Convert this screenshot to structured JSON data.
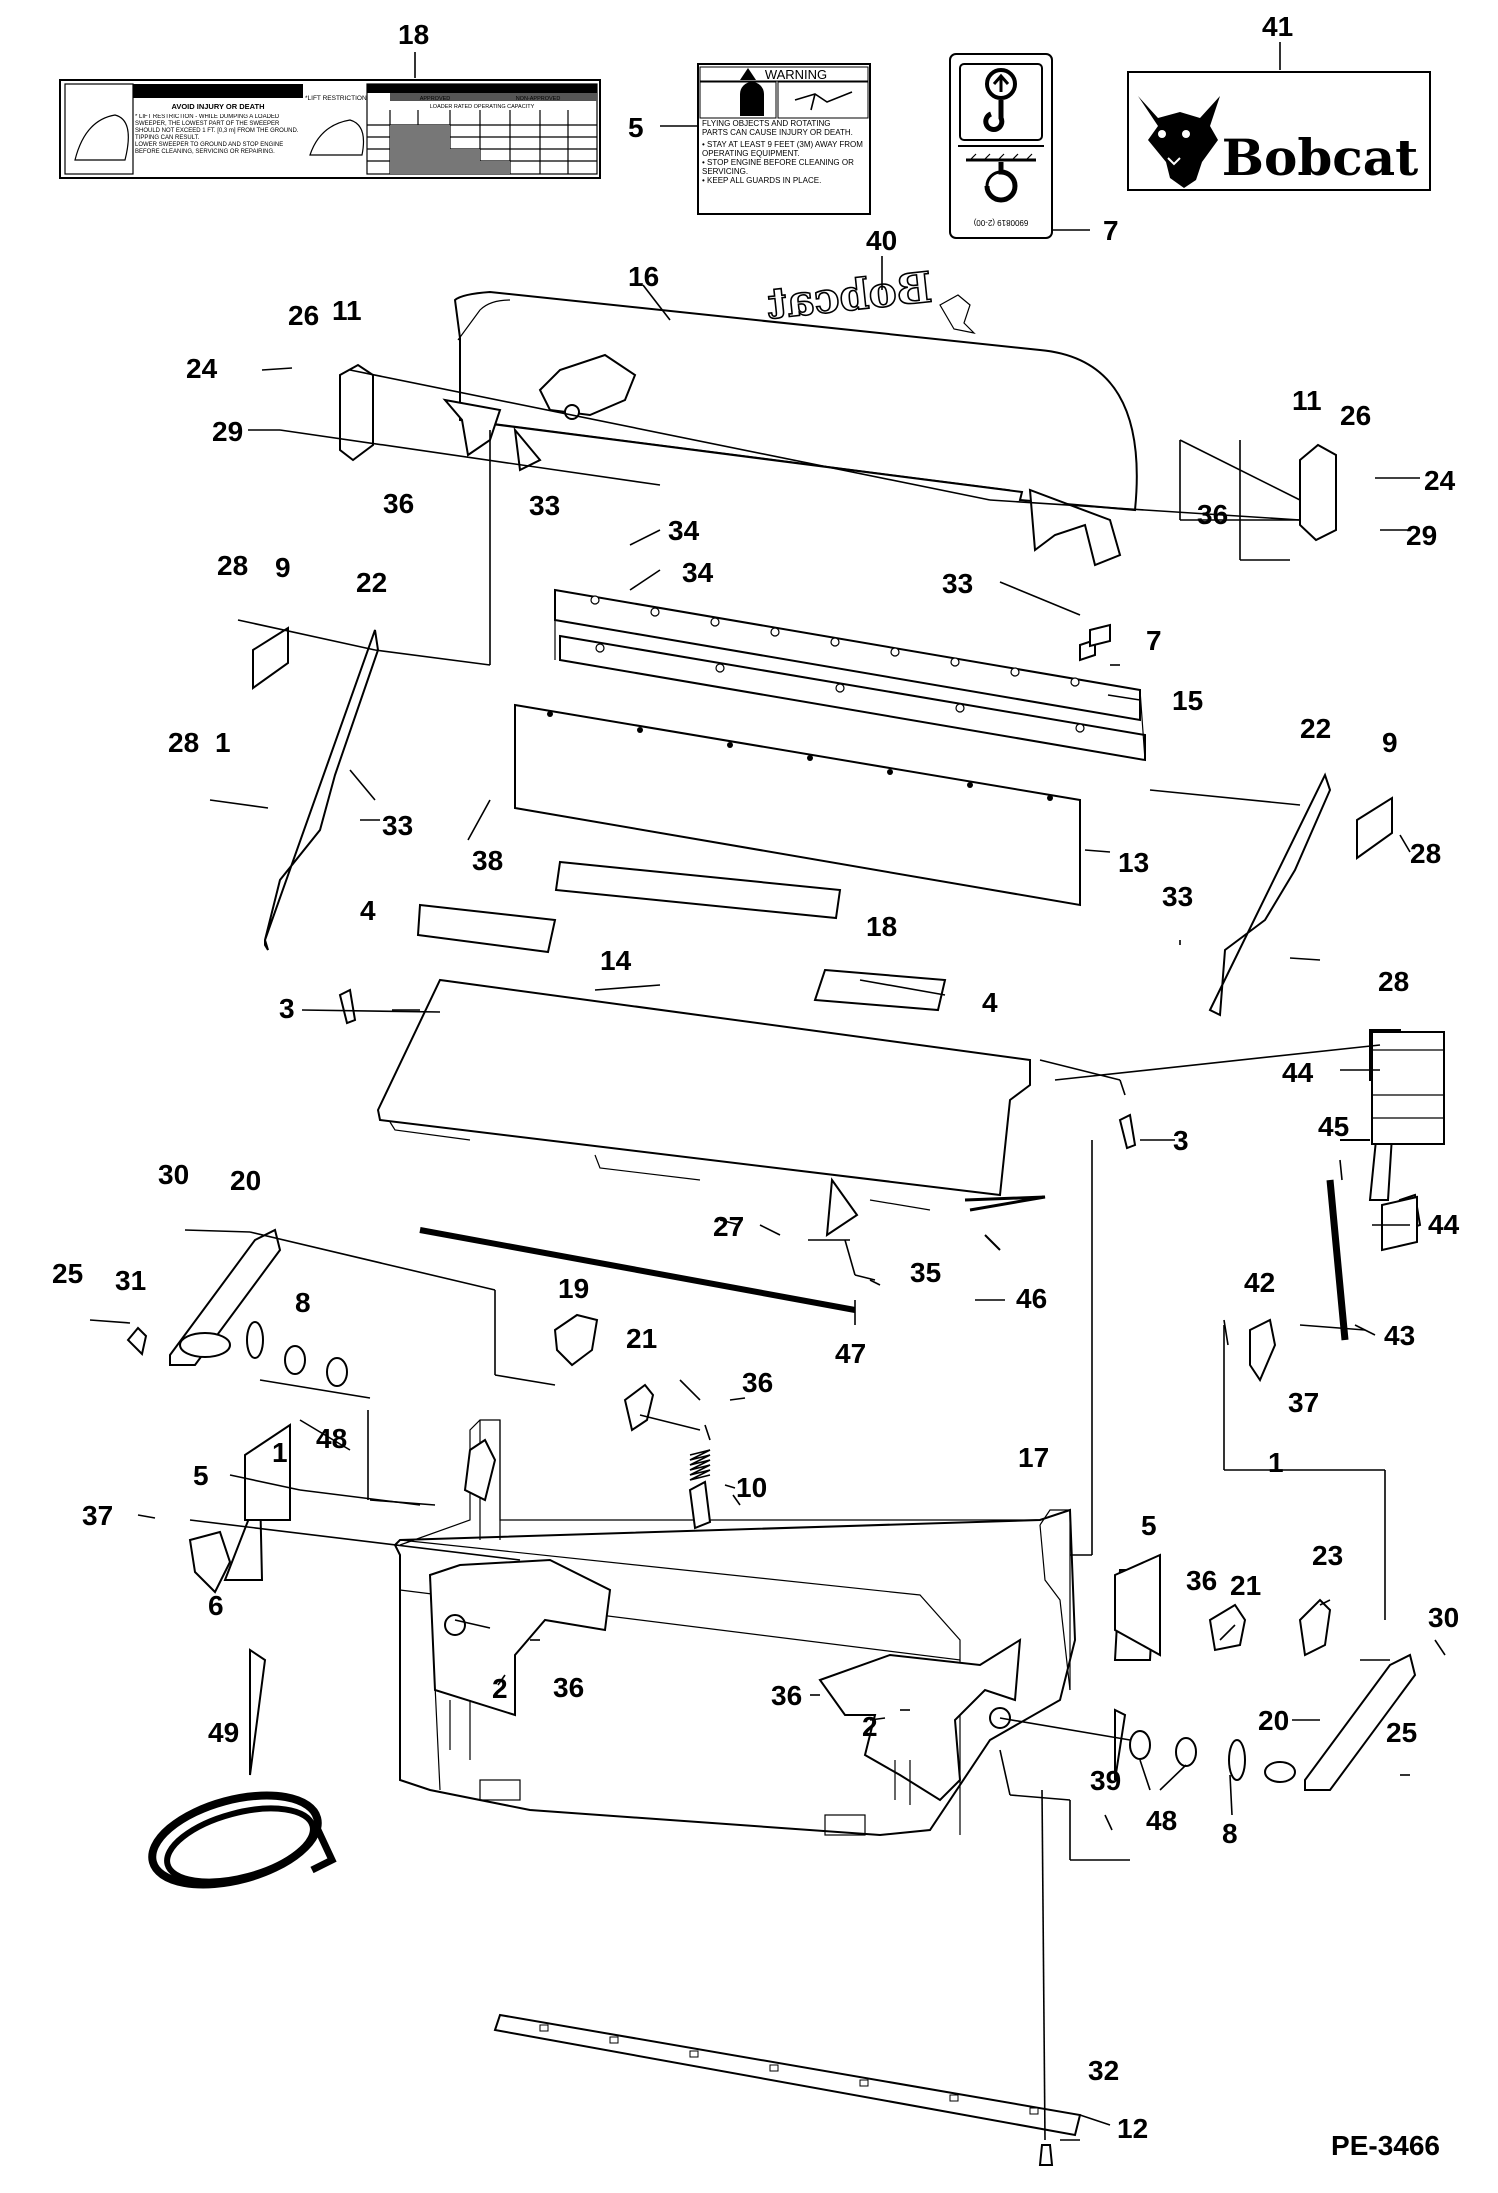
{
  "drawing_number": "PE-3466",
  "part_labels": [
    "1",
    "2",
    "3",
    "4",
    "5",
    "6",
    "7",
    "8",
    "9",
    "10",
    "11",
    "12",
    "13",
    "14",
    "15",
    "16",
    "17",
    "18",
    "19",
    "20",
    "21",
    "22",
    "23",
    "24",
    "25",
    "26",
    "27",
    "28",
    "29",
    "30",
    "31",
    "32",
    "33",
    "34",
    "35",
    "36",
    "37",
    "38",
    "39",
    "40",
    "41",
    "42",
    "43",
    "44",
    "45",
    "46",
    "47",
    "48",
    "49"
  ],
  "decal_18": {
    "warning": "WARNING",
    "subtitle": "AVOID INJURY OR DEATH",
    "text1": "* LIFT RESTRICTION - WHILE DUMPING A LOADED SWEEPER, THE LOWEST PART OF THE SWEEPER SHOULD NOT EXCEED 1 FT. [0,3 m] FROM THE GROUND. TIPPING CAN RESULT.",
    "text2": "LOWER SWEEPER TO GROUND AND STOP ENGINE BEFORE CLEANING, SERVICING OR REPAIRING.",
    "lift_restriction": "*LIFT RESTRICTION",
    "table_title": "APPROVED AND NON-APPROVED LOADER-SWEEPER COMBINATION",
    "approved": "APPROVED",
    "non_approved": "NON-APPROVED",
    "capacity": "LOADER RATED OPERATING CAPACITY"
  },
  "decal_5": {
    "warning": "WARNING",
    "lines": [
      "FLYING OBJECTS AND ROTATING",
      "PARTS CAN CAUSE INJURY OR DEATH."
    ],
    "bullets": [
      "STAY AT LEAST 9 FEET (3M) AWAY FROM OPERATING EQUIPMENT.",
      "STOP ENGINE BEFORE CLEANING OR SERVICING.",
      "KEEP ALL GUARDS IN PLACE."
    ]
  },
  "decal_7": {
    "code": "6900819 (2-00)",
    "icons": [
      "lift-point-hook-icon",
      "tiedown-icon"
    ]
  },
  "decal_41": {
    "brand": "Bobcat",
    "icon": "bobcat-logo-icon"
  },
  "decal_40": {
    "text": "Bobcat"
  }
}
